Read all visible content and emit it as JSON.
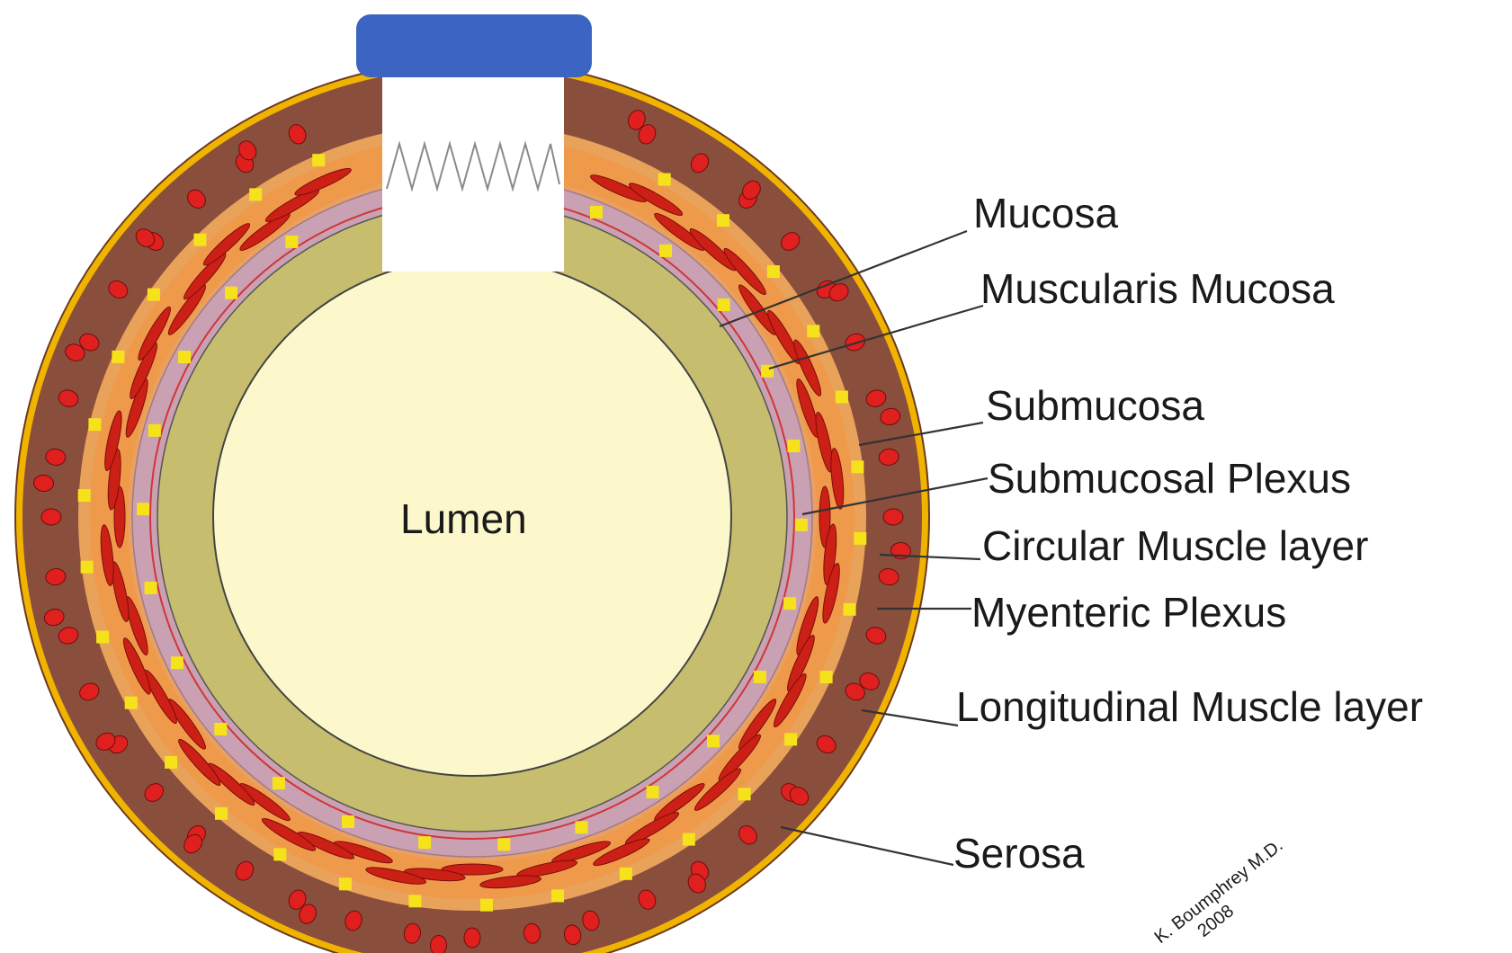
{
  "center_label": "Lumen",
  "labels": [
    {
      "id": "mucosa",
      "text": "Mucosa"
    },
    {
      "id": "muscularis-mucosa",
      "text": "Muscularis Mucosa"
    },
    {
      "id": "submucosa",
      "text": "Submucosa"
    },
    {
      "id": "submucosal-plexus",
      "text": "Submucosal Plexus"
    },
    {
      "id": "circular-muscle-layer",
      "text": "Circular Muscle layer"
    },
    {
      "id": "myenteric-plexus",
      "text": "Myenteric Plexus"
    },
    {
      "id": "longitudinal-muscle-layer",
      "text": "Longitudinal Muscle layer"
    },
    {
      "id": "serosa",
      "text": "Serosa"
    }
  ],
  "credit": {
    "line1": "K. Boumphrey M.D.",
    "line2": "2008"
  },
  "colors": {
    "lumen": "#fdf8cc",
    "mucosa": "#c6be6e",
    "submucosa": "#c9a1b3",
    "muscularis_mucosa_line": "#d0353a",
    "circular_muscle": "#ef9a4b",
    "muscle_fiber": "#cc1f16",
    "myenteric": "#e8a25a",
    "longitudinal_muscle": "#8a4e3d",
    "serosa": "#f0b400",
    "plexus_node": "#f6e21a",
    "probe_cap": "#3c64c2",
    "probe_body": "#ffffff"
  }
}
